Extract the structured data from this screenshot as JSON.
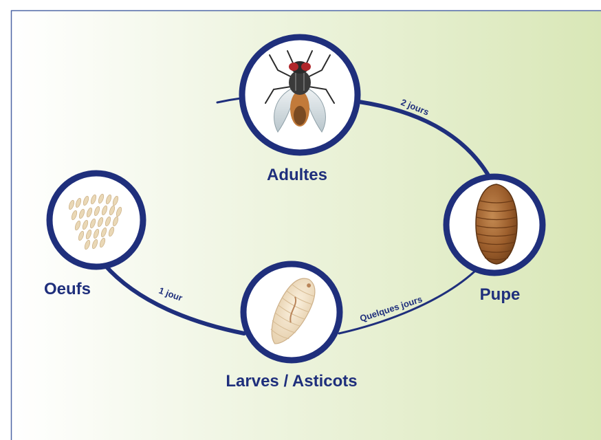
{
  "diagram": {
    "stages": {
      "adults": "Adultes",
      "pupa": "Pupe",
      "larvae": "Larves / Asticots",
      "eggs": "Oeufs"
    },
    "durations": {
      "adults_to_pupa": "2 jours",
      "pupa_to_larvae": "Quelques jours",
      "larvae_to_eggs": "1 jour"
    }
  },
  "colors": {
    "ring": "#1f2f7c",
    "background_left": "#ffffff",
    "background_right": "#d8e6b6"
  }
}
